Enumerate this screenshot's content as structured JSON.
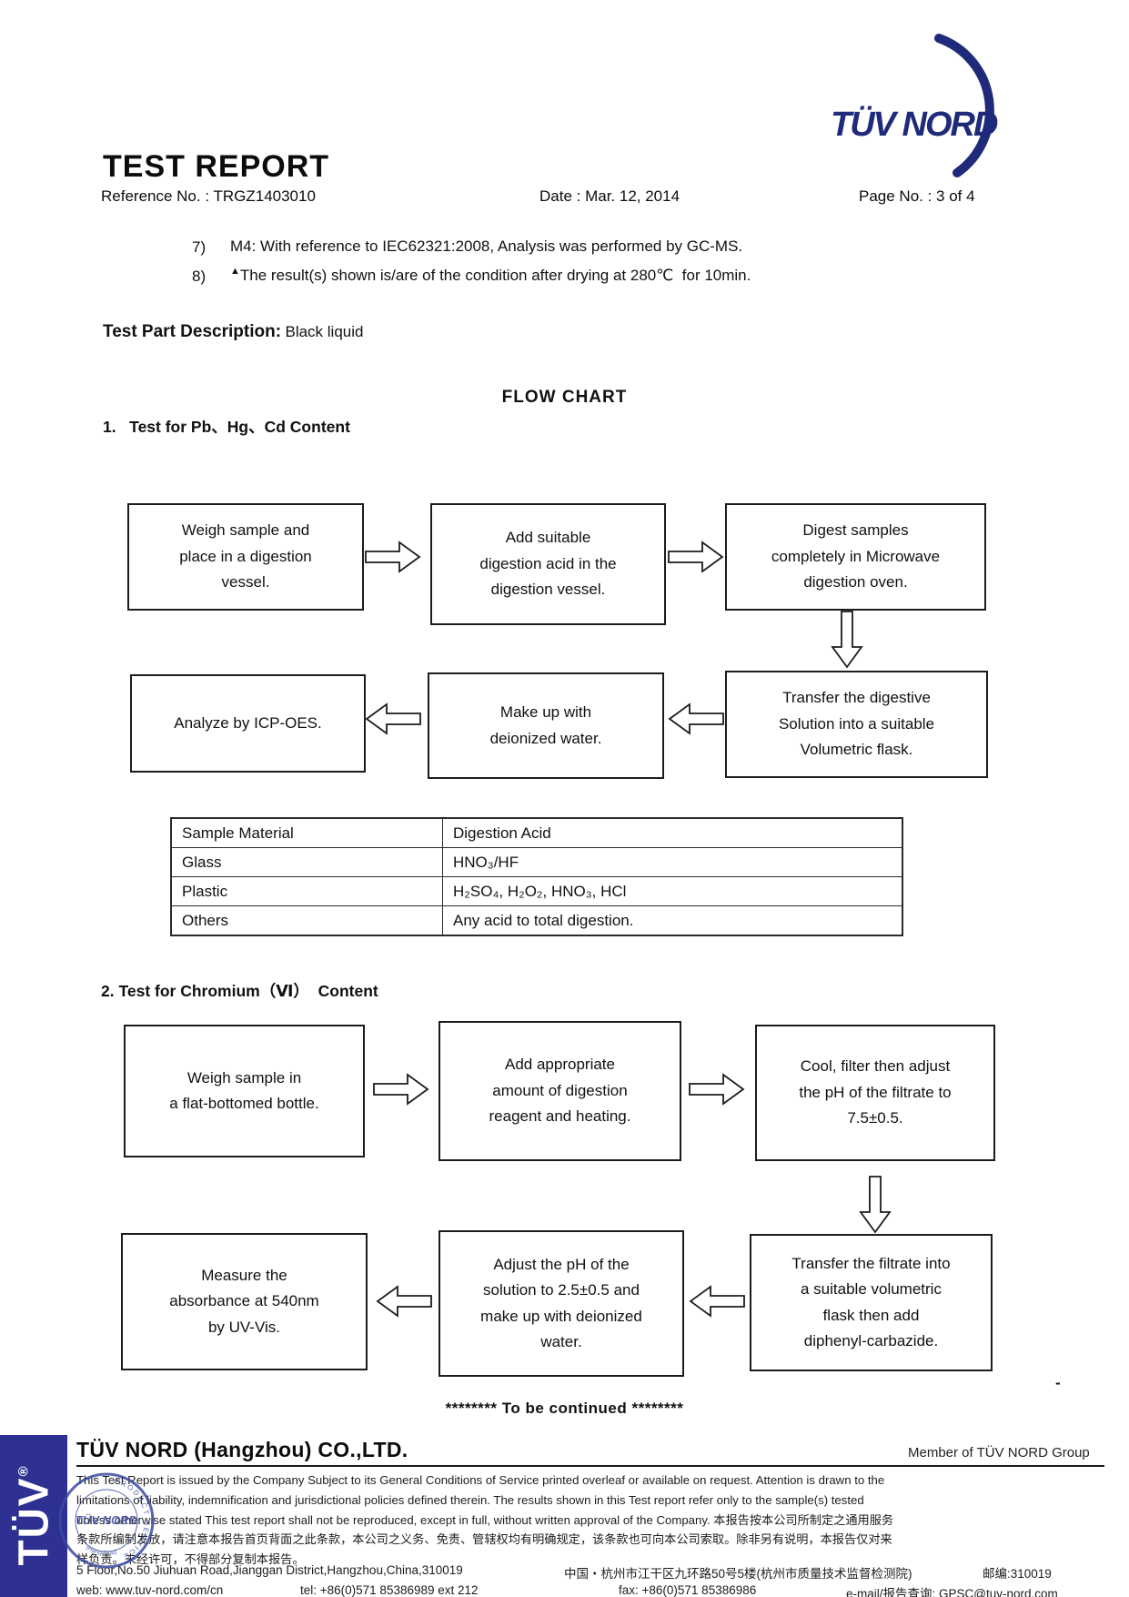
{
  "colors": {
    "brand_navy": "#1f2b7a",
    "footer_blue": "#2e3192",
    "stamp_blue": "#3b4aa0"
  },
  "header": {
    "logo_text": "TÜV NORD",
    "title": "TEST REPORT",
    "reference": "Reference No. : TRGZ1403010",
    "date": "Date : Mar. 12, 2014",
    "page_no": "Page No. : 3 of 4"
  },
  "notes": [
    {
      "num": "7)",
      "marker": "",
      "text": "M4: With reference to IEC62321:2008, Analysis was performed by GC-MS."
    },
    {
      "num": "8)",
      "marker": "▲",
      "text": "The result(s) shown is/are of the condition after drying at 280℃  for 10min."
    }
  ],
  "test_part": {
    "label": "Test Part Description:",
    "value": "Black liquid"
  },
  "flow_chart_title": "FLOW CHART",
  "section1": {
    "title": "1.   Test for Pb、Hg、Cd Content",
    "row1": [
      "Weigh sample and\nplace in a digestion\nvessel.",
      "Add suitable\ndigestion acid in the\ndigestion vessel.",
      "Digest samples\ncompletely in Microwave\ndigestion oven."
    ],
    "row2": [
      "Analyze by ICP-OES.",
      "Make up with\ndeionized water.",
      "Transfer the digestive\nSolution into a suitable\nVolumetric flask."
    ],
    "table": {
      "rows": [
        [
          "Sample Material",
          "Digestion Acid"
        ],
        [
          "Glass",
          "HNO₃/HF"
        ],
        [
          "Plastic",
          "H₂SO₄, H₂O₂, HNO₃, HCl"
        ],
        [
          "Others",
          "Any acid to total digestion."
        ]
      ]
    }
  },
  "section2": {
    "title": "2. Test for Chromium（Ⅵ）  Content",
    "row1": [
      "Weigh sample in\na flat-bottomed bottle.",
      "Add appropriate\namount of digestion\nreagent and heating.",
      "Cool, filter then adjust\nthe pH of the filtrate to\n7.5±0.5."
    ],
    "row2": [
      "Measure the\nabsorbance at 540nm\nby UV-Vis.",
      "Adjust the pH of the\nsolution to 2.5±0.5 and\nmake up with deionized\nwater.",
      "Transfer the filtrate into\na suitable volumetric\nflask then add\ndiphenyl-carbazide."
    ],
    "stray_dash": "-"
  },
  "continued": "******** To be continued ********",
  "footer": {
    "side_logo": "TÜV",
    "side_logo_reg": "®",
    "company": "TÜV NORD (Hangzhou) CO.,LTD.",
    "member": "Member of TÜV NORD Group",
    "legal": [
      "This Test Report is issued by the Company Subject to its General Conditions of Service printed overleaf or available on request. Attention is drawn to the",
      "limitations of liability, indemnification and jurisdictional policies defined therein. The results shown in this Test report refer only to the sample(s) tested",
      "unless otherwise stated This test report shall not be reproduced, except in full, without written approval of the Company.  本报告按本公司所制定之通用服务",
      "条款所编制发放，请注意本报告首页背面之此条款，本公司之义务、免责、管辖权均有明确规定，该条款也可向本公司索取。除非另有说明，本报告仅对来",
      "样负责。未经许可，不得部分复制本报告。"
    ],
    "address_en": "5 Floor,No.50 Jiuhuan Road,Jianggan District,Hangzhou,China,310019",
    "address_cn": "中国・杭州市江干区九环路50号5楼(杭州市质量技术监督检测院)",
    "address_zip": "邮编:310019",
    "web": "web: www.tuv-nord.com/cn",
    "tel": "tel: +86(0)571 85386989 ext 212",
    "fax": "fax: +86(0)571 85386986",
    "email": "e-mail/报告查询: GPSC@tuv-nord.com",
    "stamp": {
      "center": "TÜV NORD",
      "ring": "PRODUCT SERVICE",
      "ring2": "(Hangzhou)"
    }
  }
}
